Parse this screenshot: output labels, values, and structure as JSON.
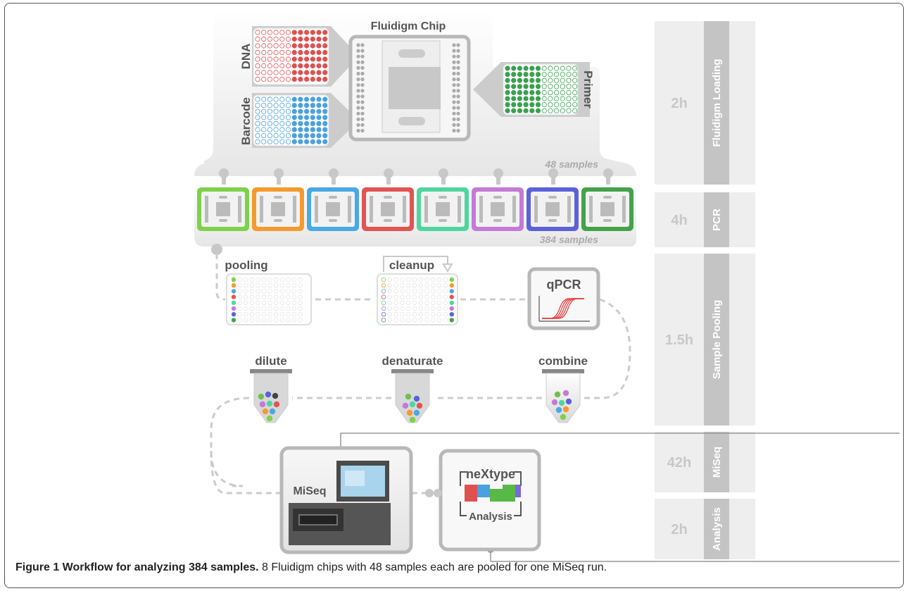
{
  "colors": {
    "dna_well": "#e05050",
    "barcode_well": "#4aa0e0",
    "primer_well": "#3aa050",
    "stage_panel": "#eeeeee",
    "stage_text": "#c8c8c8",
    "stage_label_bg": "#c4c4c4",
    "chips": [
      "#7ed14a",
      "#f59a2c",
      "#4aa8e6",
      "#e25454",
      "#4fd6a0",
      "#c47ad6",
      "#5b62d9",
      "#44a24a"
    ],
    "qpcr_curve": "#e03a3a"
  },
  "chip": {
    "title": "Fluidigm Chip",
    "dna_label": "DNA",
    "barcode_label": "Barcode",
    "primer_label": "Primer",
    "samples_48": "48 samples"
  },
  "pcr": {
    "samples_384": "384 samples"
  },
  "pooling": {
    "pooling_label": "pooling",
    "cleanup_label": "cleanup",
    "qpcr_label": "qPCR",
    "dilute_label": "dilute",
    "denaturate_label": "denaturate",
    "combine_label": "combine"
  },
  "sequencing": {
    "miseq_label": "MiSeq",
    "nextype_label": "neXtype",
    "analysis_label": "Analysis"
  },
  "stages": [
    {
      "name": "Fluidigm Loading",
      "time": "2h"
    },
    {
      "name": "PCR",
      "time": "4h"
    },
    {
      "name": "Sample Pooling",
      "time": "1.5h"
    },
    {
      "name": "MiSeq",
      "time": "42h"
    },
    {
      "name": "Analysis",
      "time": "2h"
    }
  ],
  "caption": {
    "bold": "Figure 1 Workflow for analyzing 384 samples.",
    "text": " 8 Fluidigm chips with 48 samples each are pooled for one MiSeq run."
  }
}
